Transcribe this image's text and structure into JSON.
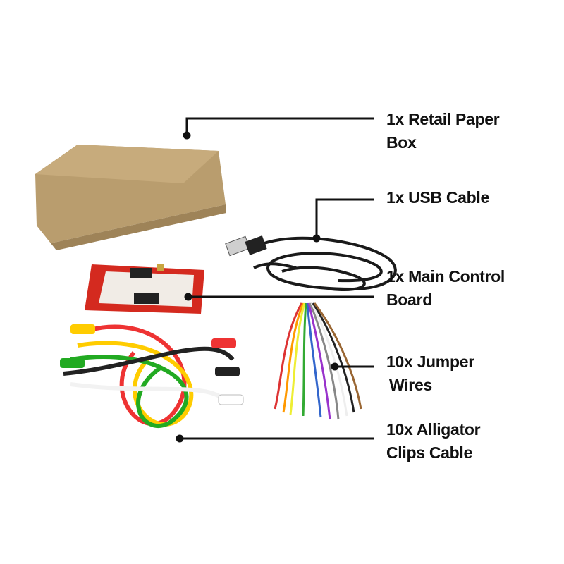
{
  "labels": {
    "box": {
      "line1": "1x Retail Paper",
      "line2": "Box"
    },
    "usb": {
      "line1": "1x USB Cable"
    },
    "board": {
      "line1": "1x Main Control",
      "line2": "Board"
    },
    "jumper": {
      "line1": "10x Jumper",
      "line2": "Wires"
    },
    "alligator": {
      "line1": "10x Alligator",
      "line2": "Clips Cable"
    }
  },
  "colors": {
    "callout": "#111111",
    "box": "#b79a6b",
    "board": "#d42a1f",
    "cable": "#1a1a1a"
  }
}
